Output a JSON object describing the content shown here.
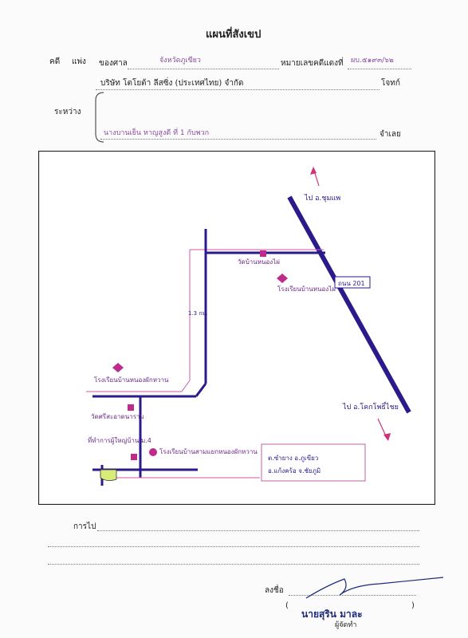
{
  "header": {
    "title": "แผนที่สังเขป",
    "case_label": "คดี",
    "case_type": "แพ่ง",
    "court_label": "ของศาล",
    "court_name": "จังหวัดภูเขียว",
    "red_case_label": "หมายเลขคดีแดงที่",
    "red_case_no": "ผบ.๕๑๙๓/๖๒"
  },
  "parties": {
    "between_label": "ระหว่าง",
    "plaintiff": "บริษัท โตโยต้า ลีสซิ่ง (ประเทศไทย) จำกัด",
    "plaintiff_role": "โจทก์",
    "defendant": "นางบานเย็น หาญสูงดี ที่ 1 กับพวก",
    "defendant_role": "จำเลย"
  },
  "map": {
    "road_top_label": "ไป อ.ชุมแพ",
    "road_bottom_label": "ไป อ.โคกโพธิ์ไชย",
    "highway_label": "ถนน 201",
    "distance_label": "1.3 กม.",
    "landmarks": [
      "วัดบ้านหนองไผ่",
      "โรงเรียนบ้านหนองไผ่",
      "โรงเรียนบ้านหนองผักหวาน",
      "วัดศรีสะอาดนาราม",
      "ที่ทำการผู้ใหญ่บ้าน ม.4",
      "โรงเรียนบ้านสามแยกหนองผักหวาน"
    ],
    "location_note_line1": "ต.ซำยาง อ.ภูเขียว",
    "location_note_line2": "อ.แก้งคร้อ จ.ชัยภูมิ"
  },
  "footer": {
    "travel_label": "การไป",
    "sign_label": "ลงชื่อ",
    "signer_name": "นายสุริน มาละ",
    "signer_role": "ผู้จัดทำ"
  }
}
